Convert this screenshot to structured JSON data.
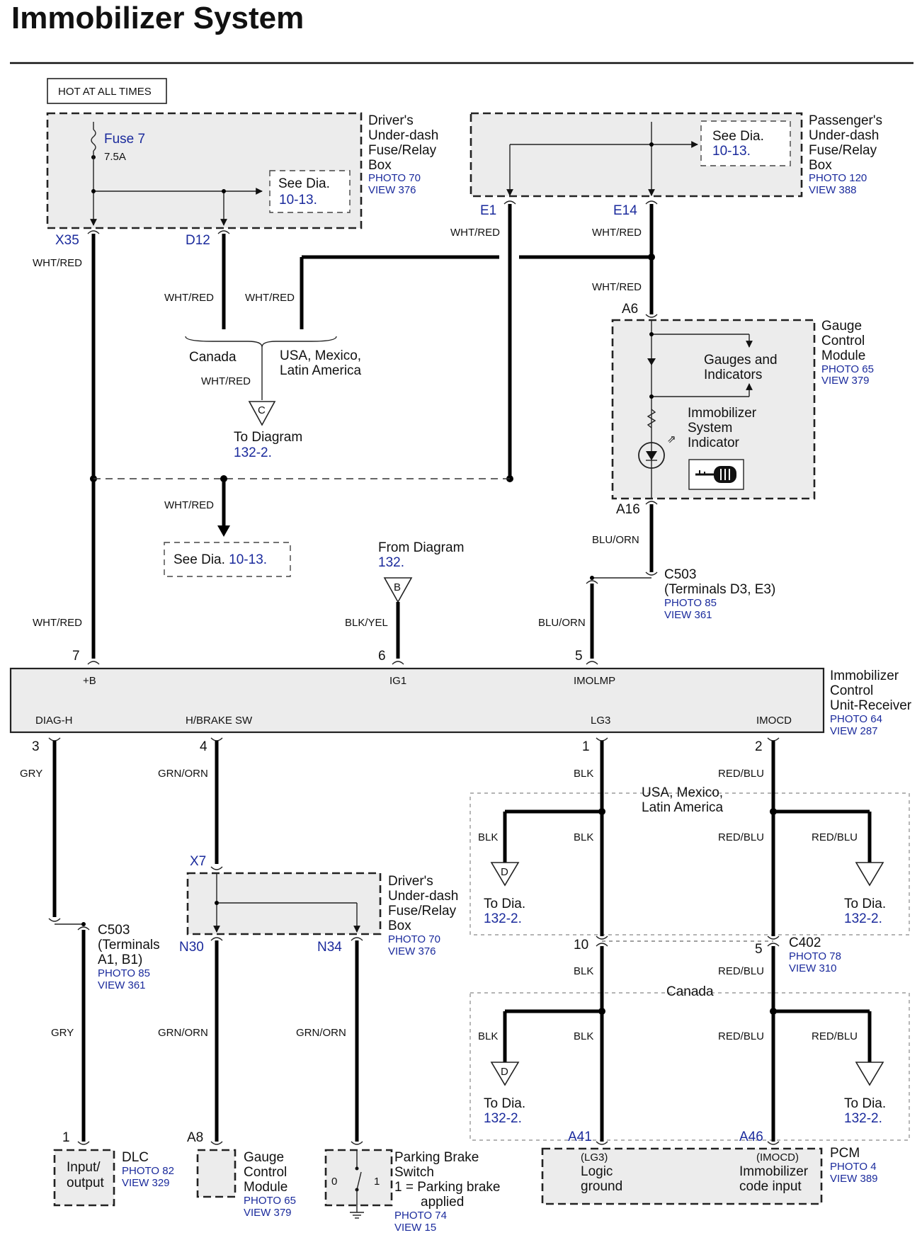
{
  "title": "Immobilizer System",
  "hot_label": "HOT AT ALL TIMES",
  "fuse": {
    "name": "Fuse 7",
    "rating": "7.5A"
  },
  "drivers_box": {
    "lines": [
      "Driver's",
      "Under-dash",
      "Fuse/Relay",
      "Box"
    ],
    "photo": "PHOTO 70",
    "view": "VIEW 376"
  },
  "passengers_box": {
    "lines": [
      "Passenger's",
      "Under-dash",
      "Fuse/Relay",
      "Box"
    ],
    "photo": "PHOTO 120",
    "view": "VIEW 388"
  },
  "see_dia": {
    "see": "See",
    "dia": "Dia.",
    "ref": "10-13."
  },
  "terminals": {
    "x35": "X35",
    "d12": "D12",
    "e1": "E1",
    "e14": "E14",
    "a6": "A6",
    "a16": "A16",
    "x7": "X7",
    "n30": "N30",
    "n34": "N34",
    "a41": "A41",
    "a46": "A46",
    "a8": "A8"
  },
  "wire_colors": {
    "wht_red": "WHT/RED",
    "blu_orn": "BLU/ORN",
    "blk_yel": "BLK/YEL",
    "gry": "GRY",
    "grn_orn": "GRN/ORN",
    "blk": "BLK",
    "red_blu": "RED/BLU"
  },
  "variants": {
    "canada": "Canada",
    "usa_1": "USA, Mexico,",
    "usa_2": "Latin America"
  },
  "to_diagram": {
    "to": "To Diagram",
    "ref": "132-2.",
    "to_dia": "To  Dia."
  },
  "from_diagram": {
    "text": "From Diagram",
    "ref": "132."
  },
  "connector_letters": {
    "b": "B",
    "c": "C",
    "d": "D"
  },
  "gauge_module": {
    "lines": [
      "Gauge",
      "Control",
      "Module"
    ],
    "photo": "PHOTO 65",
    "view": "VIEW 379",
    "gauges_1": "Gauges and",
    "gauges_2": "Indicators",
    "ind_1": "Immobilizer",
    "ind_2": "System",
    "ind_3": "Indicator"
  },
  "c503_top": {
    "name": "C503",
    "terms": "(Terminals D3, E3)",
    "photo": "PHOTO 85",
    "view": "VIEW 361"
  },
  "c503_bottom": {
    "name": "C503",
    "t1": "(Terminals",
    "t2": "A1, B1)",
    "photo": "PHOTO 85",
    "view": "VIEW 361"
  },
  "icu": {
    "lines": [
      "Immobilizer",
      "Control",
      "Unit-Receiver"
    ],
    "photo": "PHOTO 64",
    "view": "VIEW 287",
    "pins": {
      "p7": "7",
      "p6": "6",
      "p5": "5",
      "p3": "3",
      "p4": "4",
      "p1": "1",
      "p2": "2"
    },
    "signals": {
      "plus_b": "+B",
      "ig1": "IG1",
      "imolmp": "IMOLMP",
      "diag_h": "DIAG-H",
      "hbrake": "H/BRAKE SW",
      "lg3": "LG3",
      "imocd": "IMOCD"
    }
  },
  "c402": {
    "name": "C402",
    "photo": "PHOTO 78",
    "view": "VIEW 310",
    "pin10": "10",
    "pin5": "5"
  },
  "dlc": {
    "name": "DLC",
    "io_1": "Input/",
    "io_2": "output",
    "photo": "PHOTO 82",
    "view": "VIEW 329",
    "pin": "1"
  },
  "gauge_bottom": {
    "lines": [
      "Gauge",
      "Control",
      "Module"
    ],
    "photo": "PHOTO 65",
    "view": "VIEW 379"
  },
  "parking_brake": {
    "l1": "Parking Brake",
    "l2": "Switch",
    "l3": "1 = Parking brake",
    "l4": "applied",
    "photo": "PHOTO 74",
    "view": "VIEW 15",
    "s0": "0",
    "s1": "1"
  },
  "pcm": {
    "name": "PCM",
    "photo": "PHOTO 4",
    "view": "VIEW 389",
    "lg3": "(LG3)",
    "logic": "Logic",
    "ground": "ground",
    "imocd": "(IMOCD)",
    "code1": "Immobilizer",
    "code2": "code input"
  }
}
